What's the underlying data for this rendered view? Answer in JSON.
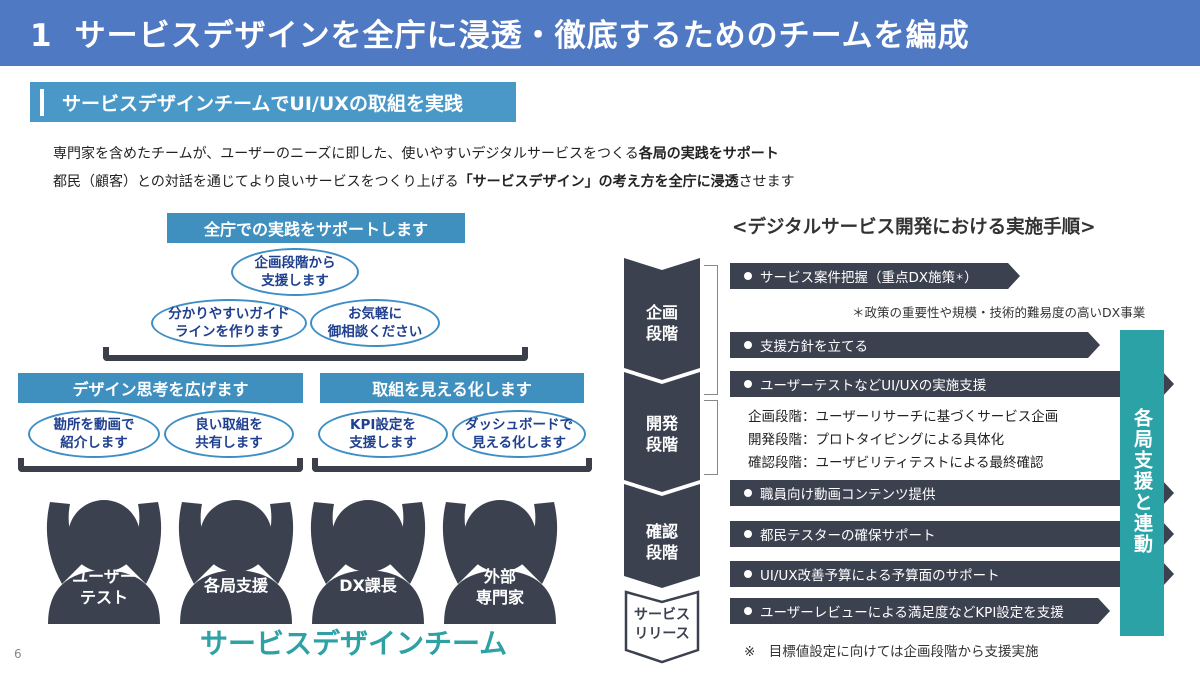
{
  "header": {
    "number": "1",
    "title": "サービスデザインを全庁に浸透・徹底するためのチームを編成"
  },
  "subtitle": "サービスデザインチームでUI/UXの取組を実践",
  "intro": {
    "line1_pre": "専門家を含めたチームが、ユーザーのニーズに即した、使いやすいデジタルサービスをつくる",
    "line1_bold": "各局の実践をサポート",
    "line2_pre": "都民（顧客）との対話を通じてより良いサービスをつくり上げる",
    "line2_bold": "「サービスデザイン」の考え方を全庁に浸透",
    "line2_post": "させます"
  },
  "left": {
    "support_label": "全庁での実践をサポートします",
    "top_ellipses": [
      {
        "line1": "企画段階から",
        "line2": "支援します"
      },
      {
        "line1": "分かりやすいガイド",
        "line2": "ラインを作ります"
      },
      {
        "line1": "お気軽に",
        "line2": "御相談ください"
      }
    ],
    "design_label": "デザイン思考を広げます",
    "visible_label": "取組を見える化します",
    "bottom_ellipses": [
      {
        "line1": "勘所を動画で",
        "line2": "紹介します"
      },
      {
        "line1": "良い取組を",
        "line2": "共有します"
      },
      {
        "line1": "KPI設定を",
        "line2": "支援します"
      },
      {
        "line1": "ダッシュボードで",
        "line2": "見える化します"
      }
    ],
    "people": [
      {
        "line1": "ユーザー",
        "line2": "テスト"
      },
      {
        "line1": "各局支援",
        "line2": ""
      },
      {
        "line1": "DX課長",
        "line2": ""
      },
      {
        "line1": "外部",
        "line2": "専門家"
      }
    ],
    "team_title": "サービスデザインチーム"
  },
  "right": {
    "title": "<デジタルサービス開発における実施手順>",
    "phases": [
      {
        "line1": "企画",
        "line2": "段階"
      },
      {
        "line1": "開発",
        "line2": "段階"
      },
      {
        "line1": "確認",
        "line2": "段階"
      },
      {
        "line1": "サービス",
        "line2": "リリース"
      }
    ],
    "steps": [
      {
        "label": "サービス案件把握（重点DX施策",
        "sup": "＊",
        "close": "）"
      },
      {
        "label": "支援方針を立てる"
      },
      {
        "label": "ユーザーテストなどUI/UXの実施支援"
      },
      {
        "label": "職員向け動画コンテンツ提供"
      },
      {
        "label": "都民テスターの確保サポート"
      },
      {
        "label": "UI/UX改善予算による予算面のサポート"
      },
      {
        "label": "ユーザーレビューによる満足度などKPI設定を支援"
      }
    ],
    "step1_note": "＊政策の重要性や規模・技術的難易度の高いDX事業",
    "sub_lines": [
      "企画段階：ユーザーリサーチに基づくサービス企画",
      "開発段階：プロトタイピングによる具体化",
      "確認段階：ユーザビリティテストによる最終確認"
    ],
    "vertical_label": "各局支援と連動",
    "footnote": "※　目標値設定に向けては企画段階から支援実施"
  },
  "page_number": "6",
  "colors": {
    "header": "#5079c4",
    "band": "#4a98c8",
    "dark": "#3c4150",
    "teal": "#2ba3a6"
  }
}
